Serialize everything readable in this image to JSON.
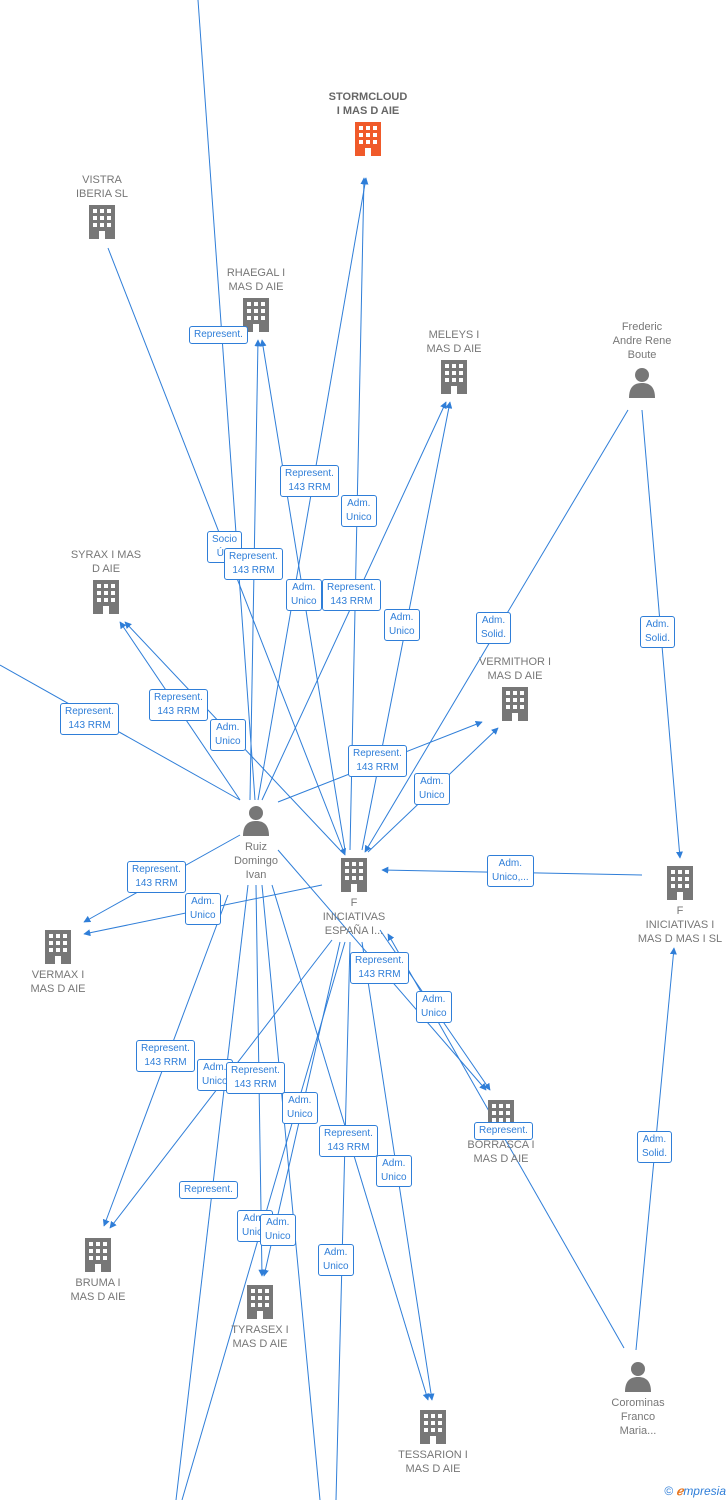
{
  "colors": {
    "edge": "#2f7ed8",
    "node": "#777777",
    "main": "#f05a2a",
    "label_border": "#2f7ed8"
  },
  "nodes": {
    "stormcloud": {
      "label": "STORMCLOUD\nI MAS D  AIE",
      "icon": "building-icon",
      "highlight": true
    },
    "vistra": {
      "label": "VISTRA\nIBERIA  SL",
      "icon": "building-icon"
    },
    "rhaegal": {
      "label": "RHAEGAL I\nMAS D  AIE",
      "icon": "building-icon"
    },
    "meleys": {
      "label": "MELEYS I\nMAS D  AIE",
      "icon": "building-icon"
    },
    "frederic": {
      "label": "Frederic\nAndre Rene\nBoute",
      "icon": "person-icon"
    },
    "syrax": {
      "label": "SYRAX I MAS\nD  AIE",
      "icon": "building-icon"
    },
    "vermithor": {
      "label": "VERMITHOR I\nMAS D  AIE",
      "icon": "building-icon"
    },
    "ruiz": {
      "label": "Ruiz\nDomingo\nIvan",
      "icon": "person-icon"
    },
    "f_iniciativas_espana": {
      "label": "F\nINICIATIVAS\nESPAÑA I...",
      "icon": "building-icon"
    },
    "f_iniciativas_sl": {
      "label": "F\nINICIATIVAS I\nMAS D MAS I SL",
      "icon": "building-icon"
    },
    "vermax": {
      "label": "VERMAX I\nMAS D  AIE",
      "icon": "building-icon"
    },
    "borrasca": {
      "label": "BORRASCA I\nMAS D  AIE",
      "icon": "building-icon"
    },
    "bruma": {
      "label": "BRUMA I\nMAS D  AIE",
      "icon": "building-icon"
    },
    "tyrasex": {
      "label": "TYRASEX I\nMAS D  AIE",
      "icon": "building-icon"
    },
    "tessarion": {
      "label": "TESSARION I\nMAS D  AIE",
      "icon": "building-icon"
    },
    "corominas": {
      "label": "Corominas\nFranco\nMaria...",
      "icon": "person-icon"
    }
  },
  "edge_labels": {
    "represent_rhaegal": "Represent.",
    "represent_143_a": "Represent.\n143 RRM",
    "adm_unico_a": "Adm.\nUnico",
    "socio_unico": "Socio\nÚ...",
    "represent_143_b": "Represent.\n143 RRM",
    "adm_unico_b": "Adm.\nUnico",
    "represent_143_c": "Represent.\n143 RRM",
    "adm_unico_c": "Adm.\nUnico",
    "adm_solid_a": "Adm.\nSolid.",
    "adm_solid_b": "Adm.\nSolid.",
    "represent_143_d": "Represent.\n143 RRM",
    "represent_143_e": "Represent.\n143 RRM",
    "adm_unico_d": "Adm.\nUnico",
    "represent_143_f": "Represent.\n143 RRM",
    "adm_unico_e": "Adm.\nUnico",
    "adm_unico_comma": "Adm.\nUnico,...",
    "represent_143_g": "Represent.\n143 RRM",
    "adm_unico_f": "Adm.\nUnico",
    "represent_143_h": "Represent.\n143 RRM",
    "adm_unico_g": "Adm.\nUnico",
    "represent_143_i": "Represent.\n143 RRM",
    "adm_unico_h": "Adm.\nUnico",
    "represent_143_j": "Represent.\n143 RRM",
    "adm_unico_i": "Adm.\nUnico",
    "represent_borrasca": "Represent.",
    "adm_unico_j": "Adm.\nUnico",
    "adm_solid_c": "Adm.\nSolid.",
    "represent_plain": "Represent.",
    "adm_unico_k": "Adm.\nUnico",
    "represent_143_k": "Represent.\n143 RRM",
    "adm_unico_l": "Adm.\nUnico"
  },
  "brand": {
    "copyright": "©",
    "name_first": "ℯ",
    "name_rest": "mpresia"
  }
}
